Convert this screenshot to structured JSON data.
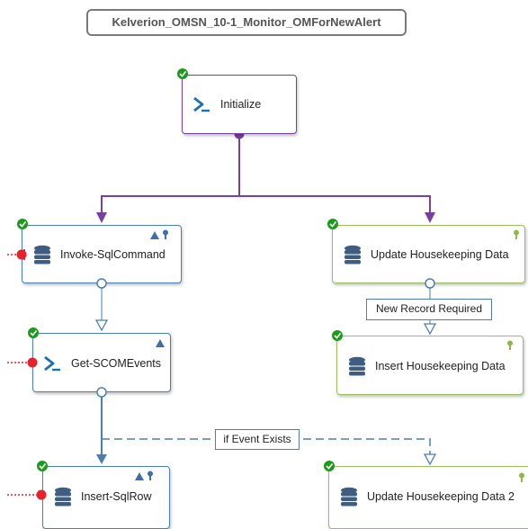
{
  "workflow": {
    "title": "Kelverion_OMSN_10-1_Monitor_OMForNewAlert"
  },
  "nodes": {
    "initialize": {
      "label": "Initialize",
      "icon": "powershell-icon",
      "status": "success"
    },
    "invoke_sql": {
      "label": "Invoke-SqlCommand",
      "icon": "database-icon",
      "status": "success"
    },
    "get_scom": {
      "label": "Get-SCOMEvents",
      "icon": "powershell-icon",
      "status": "success"
    },
    "insert_sqlrow": {
      "label": "Insert-SqlRow",
      "icon": "database-icon",
      "status": "success"
    },
    "update_hk": {
      "label": "Update Housekeeping Data",
      "icon": "database-icon",
      "status": "success"
    },
    "insert_hk": {
      "label": "Insert Housekeeping Data",
      "icon": "database-icon",
      "status": "success"
    },
    "update_hk2": {
      "label": "Update Housekeeping Data 2",
      "icon": "database-icon",
      "status": "success"
    }
  },
  "links": {
    "new_record": "New Record Required",
    "event_exists": "if Event Exists"
  },
  "colors": {
    "purple": "#7b3fa0",
    "blue": "#4a7fb5",
    "green": "#9bbf5a",
    "check_green": "#1b9b1b",
    "error_red": "#e8222a"
  }
}
